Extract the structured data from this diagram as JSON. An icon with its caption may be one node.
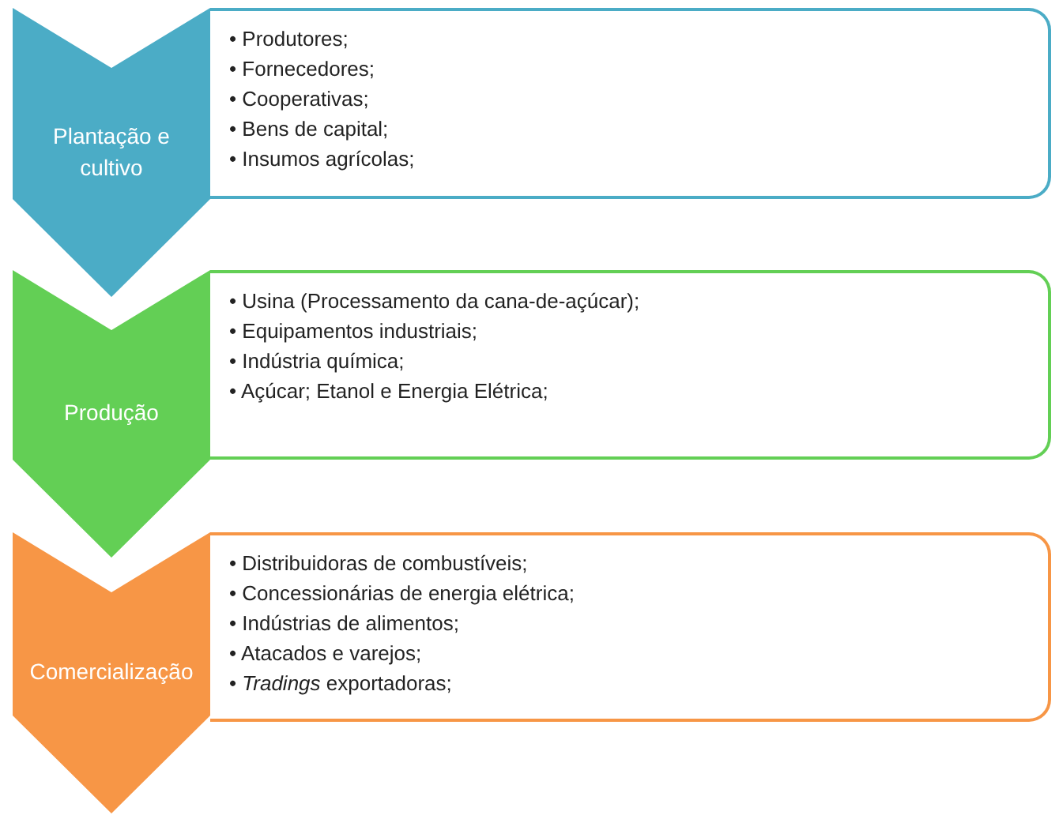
{
  "diagram": {
    "nodes": [
      {
        "text": [
          "Plantação e cultivo"
        ]
      },
      {
        "text": [
          "• Produtores;",
          "• Fornecedores;",
          "• Cooperativas;",
          "• Bens de capital;",
          "• Insumos agrícolas;"
        ]
      },
      {
        "text": [
          "Produção"
        ]
      },
      {
        "text": [
          "• Usina (Processamento da cana-de-açúcar);",
          "• Equipamentos industriais;",
          "• Indústria química;",
          "• Açúcar; Etanol e Energia Elétrica;"
        ]
      },
      {
        "text": [
          "Comercialização"
        ]
      },
      {
        "text": [
          "• Distribuidoras de combustíveis;",
          "• Concessionárias de energia elétrica;",
          "• Indústrias de alimentos;",
          "• Atacados e varejos;",
          "• *Tradings* exportadoras;"
        ]
      }
    ]
  }
}
